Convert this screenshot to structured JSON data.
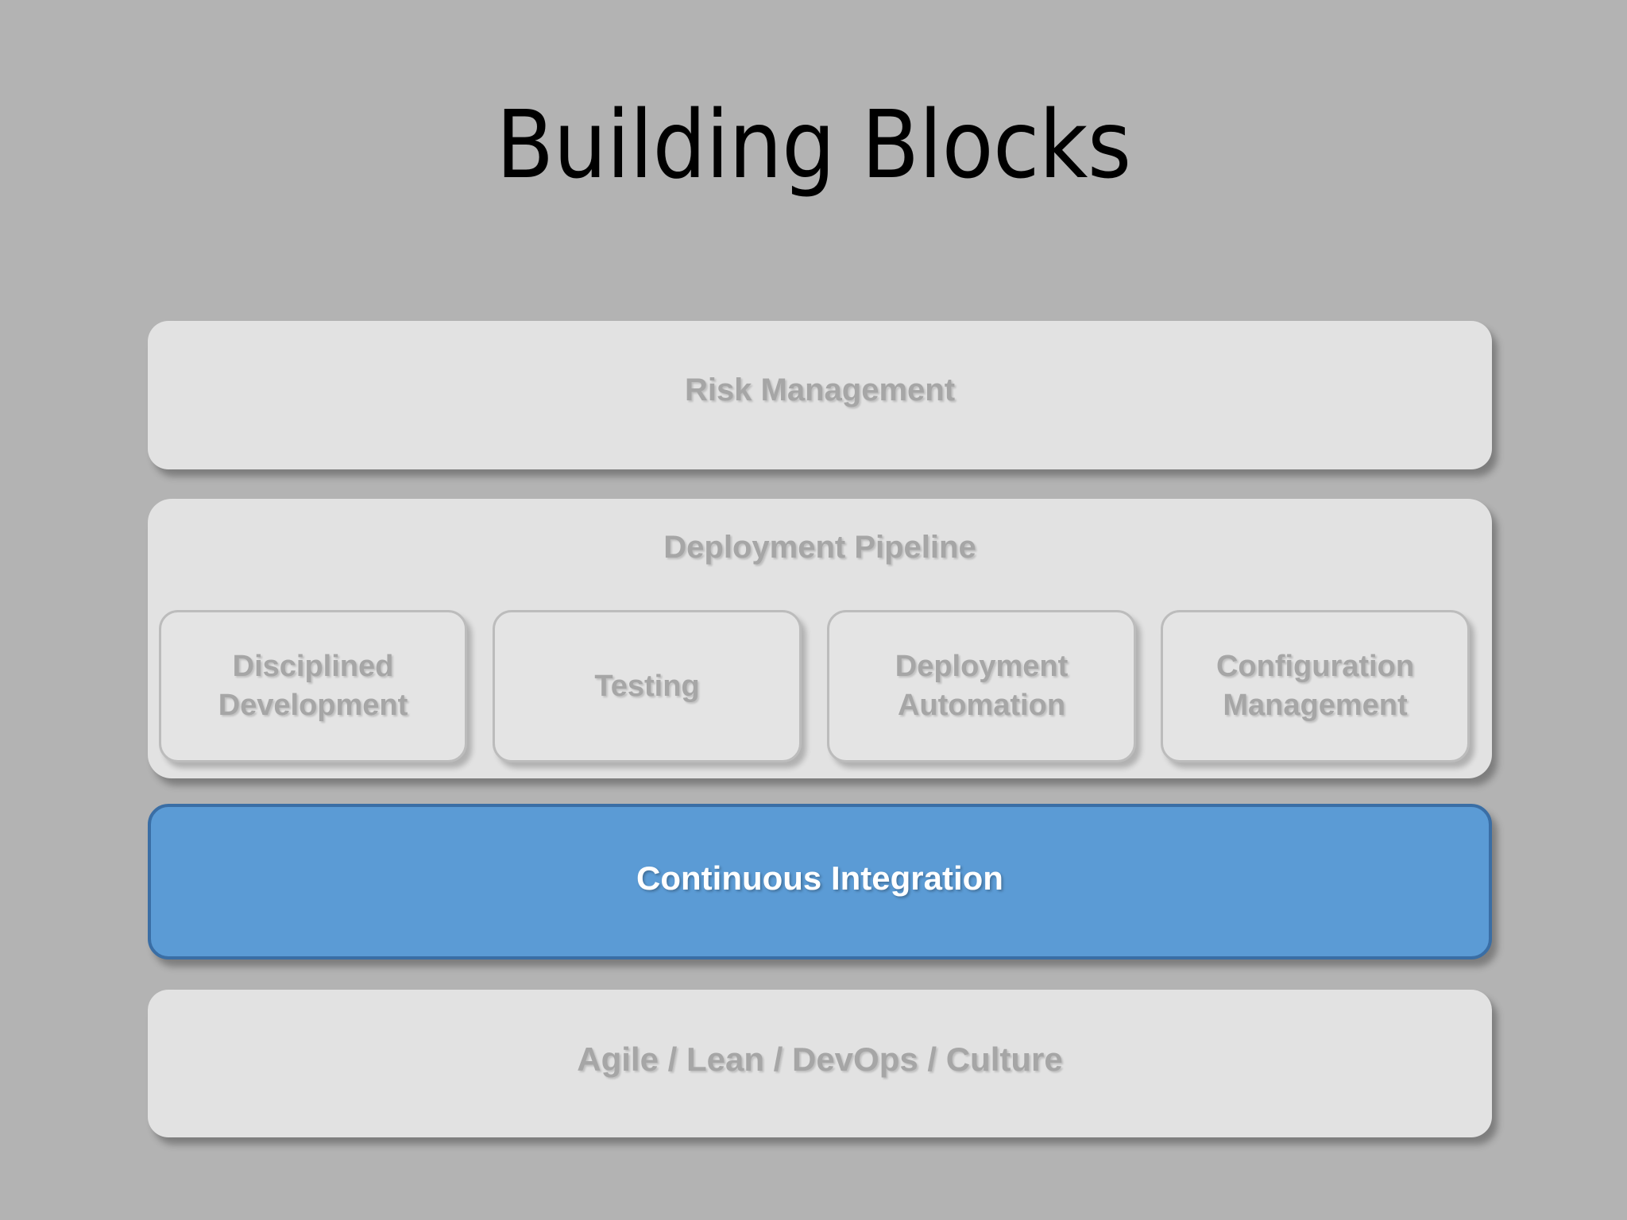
{
  "slide": {
    "title": "Building Blocks",
    "background_color": "#b3b3b3"
  },
  "blocks": {
    "risk_management": {
      "label": "Risk Management",
      "fill_color": "#e2e2e2",
      "text_color": "#a6a6a6"
    },
    "deployment_pipeline": {
      "label": "Deployment Pipeline",
      "fill_color": "#e2e2e2",
      "text_color": "#a6a6a6",
      "children": [
        {
          "label": "Disciplined\nDevelopment",
          "line1": "Disciplined",
          "line2": "Development"
        },
        {
          "label": "Testing",
          "line1": "Testing",
          "line2": ""
        },
        {
          "label": "Deployment\nAutomation",
          "line1": "Deployment",
          "line2": "Automation"
        },
        {
          "label": "Configuration\nManagement",
          "line1": "Configuration",
          "line2": "Management"
        }
      ]
    },
    "continuous_integration": {
      "label": "Continuous Integration",
      "fill_color": "#5b9bd5",
      "border_color": "#3a6ea5",
      "text_color": "#ffffff"
    },
    "culture_foundation": {
      "label": "Agile / Lean / DevOps / Culture",
      "fill_color": "#e2e2e2",
      "text_color": "#a6a6a6"
    }
  }
}
